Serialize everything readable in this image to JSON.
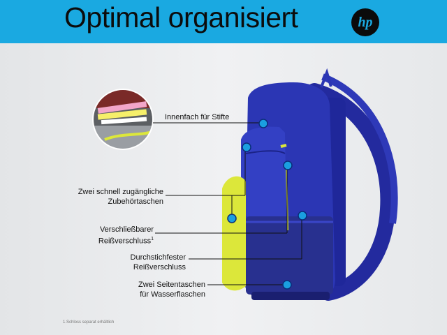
{
  "header": {
    "title": "Optimal organisiert",
    "logo_text": "hp",
    "background_color": "#1aa9e1"
  },
  "callouts": {
    "innenfach": "Innenfach für Stifte",
    "zubehoer_line1": "Zwei schnell zugängliche",
    "zubehoer_line2": "Zubehörtaschen",
    "verschliess_line1": "Verschließbarer",
    "verschliess_line2": "Reißverschluss",
    "verschliess_sup": "1",
    "durchstich_line1": "Durchstichfester",
    "durchstich_line2": "Reißverschluss",
    "seiten_line1": "Zwei Seitentaschen",
    "seiten_line2": "für Wasserflaschen"
  },
  "footnote": "1.Schloss separat erhältlich",
  "colors": {
    "backpack_blue": "#2b36b4",
    "backpack_yellow": "#dce73a",
    "marker_blue": "#1a9fe0"
  }
}
